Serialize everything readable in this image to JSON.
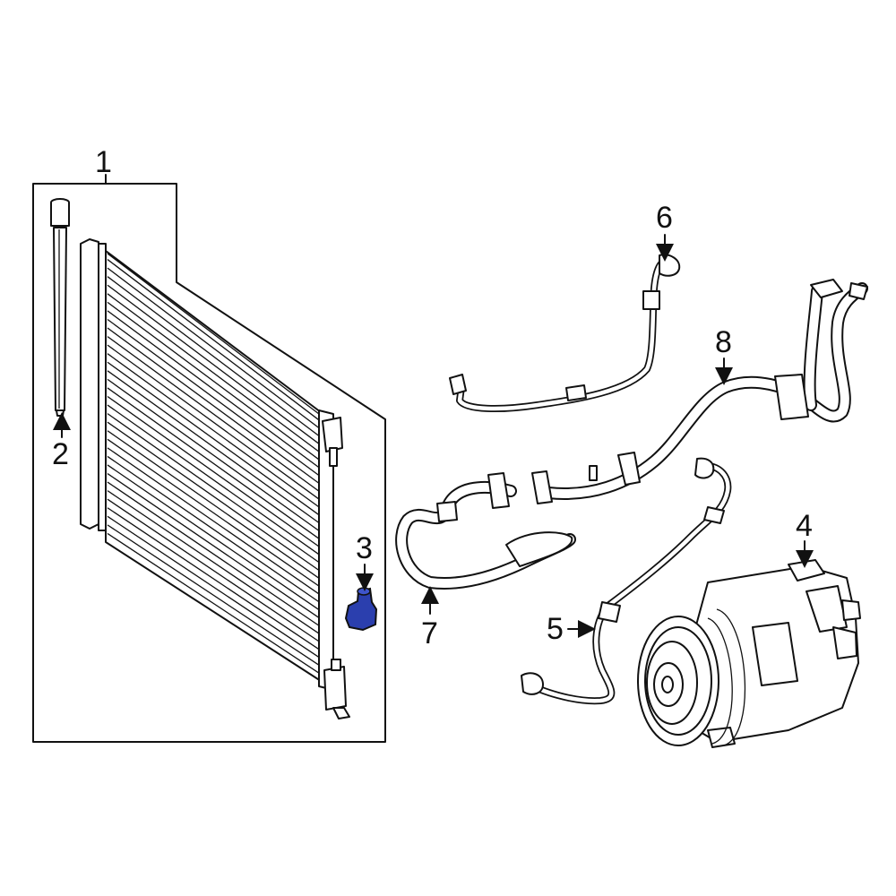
{
  "callouts": {
    "c1": "1",
    "c2": "2",
    "c3": "3",
    "c4": "4",
    "c5": "5",
    "c6": "6",
    "c7": "7",
    "c8": "8"
  },
  "colors": {
    "line": "#111111",
    "background": "#ffffff",
    "highlight": "#2b3fae"
  }
}
